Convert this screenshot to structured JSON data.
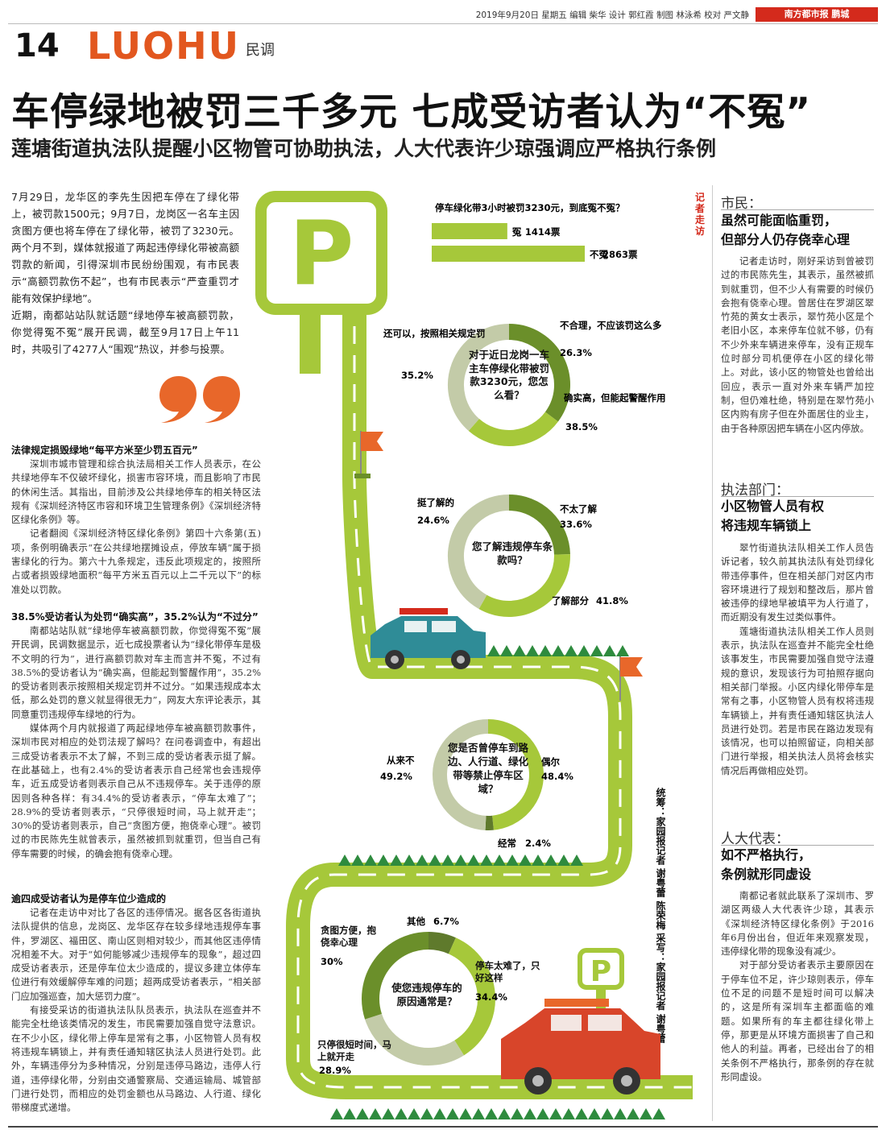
{
  "header": {
    "meta": "2019年9月20日 星期五 编辑 柴华 设计 郭红霞 制图 林泳希 校对 严文静",
    "masthead": "南方都市报 鹏城",
    "page_number": "14",
    "section": "LUOHU",
    "column": "民调"
  },
  "headline": "车停绿地被罚三千多元 七成受访者认为“不冤”",
  "subhead": "莲塘街道执法队提醒小区物管可协助执法，人大代表许少琼强调应严格执行条例",
  "lead": [
    "7月29日，龙华区的李先生因把车停在了绿化带上，被罚款1500元；9月7日，龙岗区一名车主因贪图方便也将车停在了绿化带，被罚了3230元。两个月不到，媒体就报道了两起违停绿化带被高额罚款的新闻，引得深圳市民纷纷围观，有市民表示“高额罚款伤不起”，也有市民表示“严查重罚才能有效保护绿地”。",
    "近期，南都站站队就话题“绿地停车被高额罚款，你觉得冤不冤”展开民调，截至9月17日上午11时，共吸引了4277人“围观”热议，并参与投票。"
  ],
  "left_sections": [
    {
      "heading": "法律规定损毁绿地“每平方米至少罚五百元”",
      "paragraphs": [
        "深圳市城市管理和综合执法局相关工作人员表示，在公共绿地停车不仅破坏绿化，损害市容环境，而且影响了市民的休闲生活。其指出，目前涉及公共绿地停车的相关特区法规有《深圳经济特区市容和环境卫生管理条例》《深圳经济特区绿化条例》等。",
        "记者翻阅《深圳经济特区绿化条例》第四十六条第(五)项，条例明确表示“在公共绿地摆摊设点，停放车辆”属于损害绿化的行为。第六十九条规定，违反此项规定的，按照所占或者损毁绿地面积“每平方米五百元以上二千元以下”的标准处以罚款。"
      ]
    },
    {
      "heading": "38.5%受访者认为处罚“确实高”，35.2%认为“不过分”",
      "paragraphs": [
        "南都站站队就“绿地停车被高额罚款，你觉得冤不冤”展开民调，民调数据显示，近七成投票者认为“绿化带停车是极不文明的行为”，进行高额罚款对车主而言并不冤，不过有38.5%的受访者认为“确实高，但能起到警醒作用”，35.2%的受访者则表示按照相关规定罚并不过分。“如果违规成本太低，那么处罚的意义就显得很无力”，网友大东评论表示，其同意重罚违规停车绿地的行为。",
        "媒体两个月内就报道了两起绿地停车被高额罚款事件，深圳市民对相应的处罚法规了解吗？在问卷调查中，有超出三成受访者表示不太了解，不到三成的受访者表示挺了解。在此基础上，也有2.4%的受访者表示自己经常也会违规停车，近五成受访者则表示自己从不违规停车。关于违停的原因则各种各样：有34.4%的受访者表示，“停车太难了”；28.9%的受访者则表示，“只停很短时间，马上就开走”；30%的受访者则表示，自己“贪图方便，抱侥幸心理”。被罚过的市民陈先生就曾表示，虽然被抓到就重罚，但当自己有停车需要的时候，的确会抱有侥幸心理。"
      ]
    },
    {
      "heading": "逾四成受访者认为是停车位少造成的",
      "paragraphs": [
        "记者在走访中对比了各区的违停情况。据各区各街道执法队提供的信息，龙岗区、龙华区存在较多绿地违规停车事件，罗湖区、福田区、南山区则相对较少，而其他区违停情况相差不大。对于“如何能够减少违规停车的现象”，超过四成受访者表示，还是停车位太少造成的，提议多建立体停车位进行有效缓解停车难的问题；超两成受访者表示，“相关部门应加强巡查，加大惩罚力度”。",
        "有接受采访的街道执法队队员表示，执法队在巡查并不能完全杜绝该类情况的发生，市民需要加强自觉守法意识。在不少小区，绿化带上停车是常有之事，小区物管人员有权将违规车辆锁上，并有责任通知辖区执法人员进行处罚。此外，车辆违停分为多种情况，分别是违停马路边，违停人行道，违停绿化带，分别由交通警察局、交通运输局、城管部门进行处罚，而相应的处罚金额也从马路边、人行道、绿化带梯度式递增。"
      ]
    }
  ],
  "right": {
    "vertical_label": "记者走访",
    "sections": [
      {
        "label": "市民：",
        "subtitle": [
          "虽然可能面临重罚，",
          "但部分人仍存侥幸心理"
        ],
        "paragraphs": [
          "记者走访时，刚好采访到曾被罚过的市民陈先生，其表示，虽然被抓到就重罚，但不少人有需要的时候仍会抱有侥幸心理。曾居住在罗湖区翠竹苑的黄女士表示，翠竹苑小区是个老旧小区，本来停车位就不够，仍有不少外来车辆进来停车，没有正规车位时部分司机便停在小区的绿化带上。对此，该小区的物管处也曾给出回应，表示一直对外来车辆严加控制，但仍难杜绝，特别是在翠竹苑小区内购有房子但在外面居住的业主，由于各种原因把车辆在小区内停放。"
        ]
      },
      {
        "label": "执法部门：",
        "subtitle": [
          "小区物管人员有权",
          "将违规车辆锁上"
        ],
        "paragraphs": [
          "翠竹街道执法队相关工作人员告诉记者，较久前其执法队有处罚绿化带违停事件，但在相关部门对区内市容环境进行了规划和整改后，那片曾被违停的绿地早被填平为人行道了，而近期没有发生过类似事件。",
          "莲塘街道执法队相关工作人员则表示，执法队在巡查并不能完全杜绝该事发生，市民需要加强自觉守法遵规的意识，发现该行为可拍照存据向相关部门举报。小区内绿化带停车是常有之事，小区物管人员有权将违规车辆锁上，并有责任通知辖区执法人员进行处罚。若是市民在路边发现有该情况，也可以拍照留证，向相关部门进行举报，相关执法人员将会核实情况后再做相应处罚。"
        ]
      },
      {
        "label": "人大代表：",
        "subtitle": [
          "如不严格执行，",
          "条例就形同虚设"
        ],
        "paragraphs": [
          "南都记者就此联系了深圳市、罗湖区两级人大代表许少琼，其表示《深圳经济特区绿化条例》于2016年6月份出台，但近年来观察发现，违停绿化带的现象没有减少。",
          "对于部分受访者表示主要原因在于停车位不足，许少琼则表示，停车位不足的问题不是短时间可以解决的，这是所有深圳车主都面临的难题。如果所有的车主都往绿化带上停，那更是从环境方面损害了自己和他人的利益。再者，已经出台了的相关条例不严格执行，那条例的存在就形同虚设。"
        ]
      }
    ]
  },
  "graphic": {
    "credit_text": "统筹：家园报记者 谢粤蕾 陈荣梅 采写：家园报记者 谢粤蕾",
    "p_letter": "P",
    "colors": {
      "green": "#a6c83a",
      "dark_green": "#6b8f2a",
      "olive": "#5f7a2c",
      "grey": "#c3cba8",
      "orange": "#e8672a",
      "red": "#d42a1c"
    }
  },
  "chart_data": [
    {
      "type": "bar",
      "title": "停车绿化带3小时被罚3230元，到底冤不冤？",
      "categories": [
        "冤",
        "不冤"
      ],
      "values": [
        1414,
        2863
      ],
      "value_labels": [
        "1414票",
        "2863票"
      ]
    },
    {
      "type": "pie",
      "title": "对于近日龙岗一车主车停绿化带被罚款3230元，您怎么看？",
      "slices": [
        {
          "label": "还可以，按照相关规定罚",
          "value": 35.2,
          "text": "35.2%",
          "color": "#6b8f2a"
        },
        {
          "label": "不合理，不应该罚这么多",
          "value": 26.3,
          "text": "26.3%",
          "color": "#a6c83a"
        },
        {
          "label": "确实高，但能起警醒作用",
          "value": 38.5,
          "text": "38.5%",
          "color": "#c3cba8"
        }
      ]
    },
    {
      "type": "pie",
      "title": "您了解违规停车条款吗？",
      "slices": [
        {
          "label": "挺了解的",
          "value": 24.6,
          "text": "24.6%",
          "color": "#6b8f2a"
        },
        {
          "label": "不太了解",
          "value": 33.6,
          "text": "33.6%",
          "color": "#a6c83a"
        },
        {
          "label": "了解部分",
          "value": 41.8,
          "text": "41.8%",
          "color": "#c3cba8"
        }
      ]
    },
    {
      "type": "pie",
      "title": "您是否曾停车到路边、人行道、绿化带等禁止停车区域？",
      "slices": [
        {
          "label": "偶尔",
          "value": 48.4,
          "text": "48.4%",
          "color": "#a6c83a"
        },
        {
          "label": "经常",
          "value": 2.4,
          "text": "2.4%",
          "color": "#5f7a2c"
        },
        {
          "label": "从来不",
          "value": 49.2,
          "text": "49.2%",
          "color": "#c3cba8"
        }
      ]
    },
    {
      "type": "pie",
      "title": "使您违规停车的原因通常是？",
      "slices": [
        {
          "label": "其他",
          "value": 6.7,
          "text": "6.7%",
          "color": "#5f7a2c"
        },
        {
          "label": "停车太难了，只好这样",
          "value": 34.4,
          "text": "34.4%",
          "color": "#a6c83a"
        },
        {
          "label": "只停很短时间，马上就开走",
          "value": 28.9,
          "text": "28.9%",
          "color": "#c3cba8"
        },
        {
          "label": "贪图方便，抱侥幸心理",
          "value": 30,
          "text": "30%",
          "color": "#6b8f2a"
        }
      ]
    }
  ]
}
